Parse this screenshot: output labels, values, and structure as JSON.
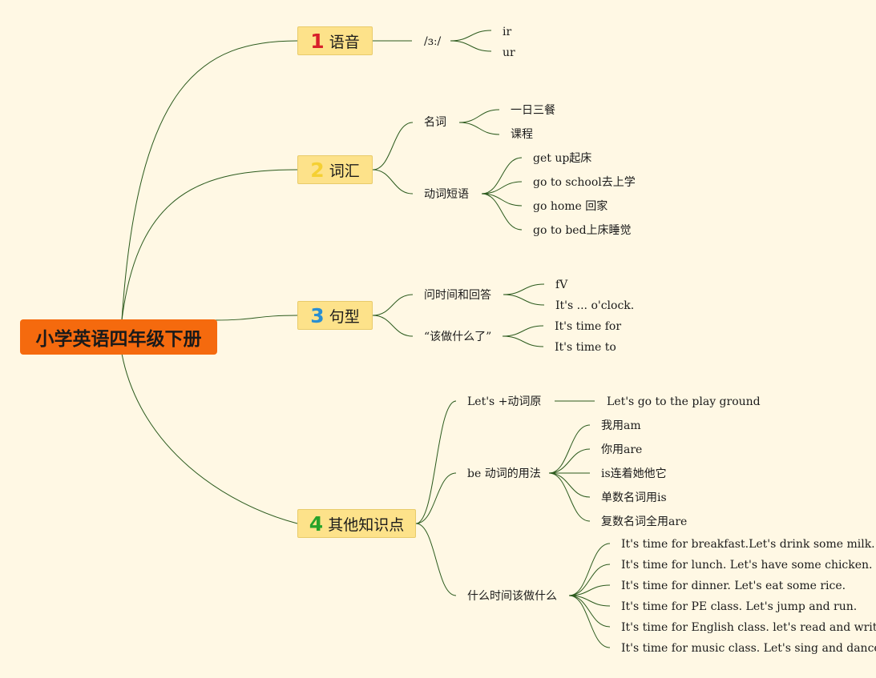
{
  "root": {
    "label": "小学英语四年级下册"
  },
  "branches": [
    {
      "num": "1",
      "label": "语音",
      "num_color": "#d8202a"
    },
    {
      "num": "2",
      "label": "词汇",
      "num_color": "#f5d033"
    },
    {
      "num": "3",
      "label": "句型",
      "num_color": "#2a8fd2"
    },
    {
      "num": "4",
      "label": "其他知识点",
      "num_color": "#27a22a"
    }
  ],
  "phonics": {
    "label": "/ɜː/",
    "items": [
      "ir",
      "ur"
    ]
  },
  "vocab": {
    "nouns": {
      "label": "名词",
      "items": [
        "一日三餐",
        "课程"
      ]
    },
    "verbs": {
      "label": "动词短语",
      "items": [
        "get up起床",
        "go to school去上学",
        "go home 回家",
        "go to bed上床睡觉"
      ]
    }
  },
  "sentences": {
    "time": {
      "label": "问时间和回答",
      "items": [
        "fV",
        "It's ... o'clock."
      ]
    },
    "should": {
      "label": "“该做什么了”",
      "items": [
        "It's time for",
        "It's time to"
      ]
    }
  },
  "other": {
    "lets": {
      "label": "Let's +动词原",
      "items": [
        "Let's go to the play ground"
      ]
    },
    "be": {
      "label": "be 动词的用法",
      "items": [
        "我用am",
        "你用are",
        "is连着她他它",
        "单数名词用is",
        "复数名词全用are"
      ]
    },
    "when": {
      "label": "什么时间该做什么",
      "items": [
        "It's time for breakfast.Let's drink some milk.",
        "It's time for lunch. Let's have some chicken.",
        "It's time for dinner. Let's eat some rice.",
        "It's time for PE class. Let's jump and run.",
        "It's time for English class. let's read and write.",
        "It's time for music class. Let's sing and dance."
      ]
    }
  },
  "colors": {
    "line": "#2b5a1d",
    "root_bg": "#f56a0e",
    "branch_bg": "#fde28a",
    "background": "#fff8e4"
  }
}
